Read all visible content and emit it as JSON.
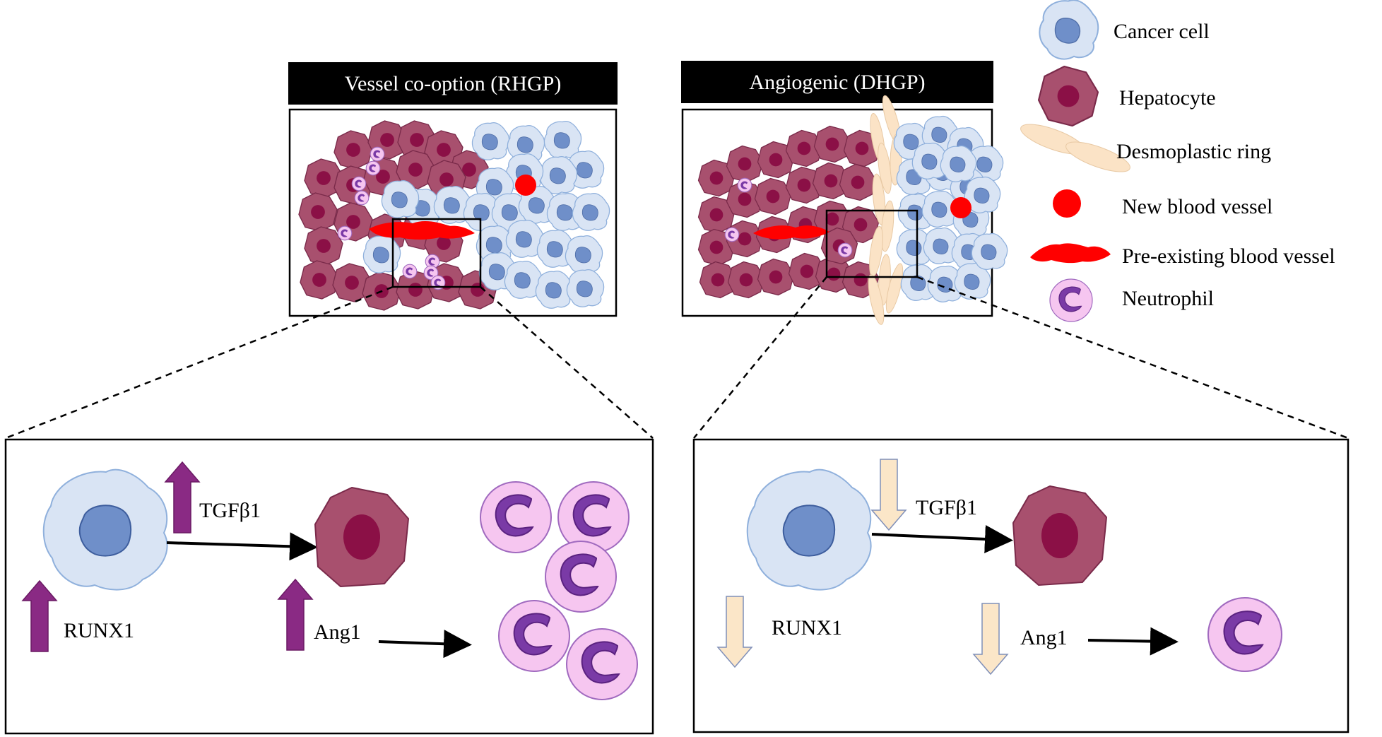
{
  "panels": {
    "left_title": "Vessel co-option (RHGP)",
    "right_title": "Angiogenic (DHGP)"
  },
  "legend": {
    "items": [
      {
        "icon": "cancer-cell-icon",
        "label": "Cancer cell"
      },
      {
        "icon": "hepatocyte-icon",
        "label": "Hepatocyte"
      },
      {
        "icon": "desmoplastic-ring-icon",
        "label": "Desmoplastic ring"
      },
      {
        "icon": "new-blood-vessel-icon",
        "label": "New blood vessel"
      },
      {
        "icon": "pre-existing-blood-vessel-icon",
        "label": "Pre-existing blood vessel"
      },
      {
        "icon": "neutrophil-icon",
        "label": "Neutrophil"
      }
    ]
  },
  "left_detail": {
    "tgf": "TGFβ1",
    "runx": "RUNX1",
    "ang": "Ang1",
    "direction": "up"
  },
  "right_detail": {
    "tgf": "TGFβ1",
    "runx": "RUNX1",
    "ang": "Ang1",
    "direction": "down"
  },
  "colors": {
    "cancer_fill": "#d9e4f4",
    "cancer_nucleus": "#6f8fc9",
    "hepatocyte_fill": "#a8506e",
    "hepatocyte_nucleus": "#8b1046",
    "vessel_red": "#ff0000",
    "neutrophil_fill": "#f6c6f0",
    "neutrophil_nucleus": "#7a3aa6",
    "arrow_up": "#8a2a84",
    "arrow_down": "#fbe6c8",
    "desmo": "#fbe3c6"
  }
}
